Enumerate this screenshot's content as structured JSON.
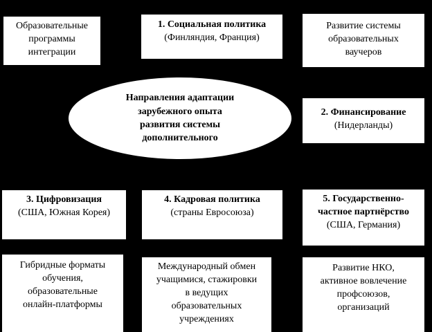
{
  "colors": {
    "background": "#000000",
    "box_fill": "#ffffff",
    "text": "#000000"
  },
  "ellipse": {
    "lines": [
      "Направления адаптации",
      "зарубежного опыта",
      "развития системы",
      "дополнительного"
    ]
  },
  "boxes": {
    "integration": {
      "lines": [
        "Образовательные",
        "программы",
        "интеграции"
      ]
    },
    "social": {
      "title": "1. Социальная политика",
      "subtitle": "(Финляндия, Франция)"
    },
    "vouchers": {
      "lines": [
        "Развитие системы",
        "образовательных",
        "ваучеров"
      ]
    },
    "financing": {
      "title": "2. Финансирование",
      "subtitle": "(Нидерланды)"
    },
    "digitalization": {
      "title": "3. Цифровизация",
      "subtitle": "(США, Южная Корея)"
    },
    "personnel": {
      "title": "4. Кадровая политика",
      "subtitle": "(страны Евросоюза)"
    },
    "ppp": {
      "title_line1": "5. Государственно-",
      "title_line2": "частное партнёрство",
      "subtitle": "(США, Германия)"
    },
    "hybrid": {
      "lines": [
        "Гибридные форматы",
        "обучения,",
        "образовательные",
        "онлайн-платформы"
      ]
    },
    "exchange": {
      "lines": [
        "Международный обмен",
        "учащимися, стажировки",
        "в ведущих",
        "образовательных",
        "учреждениях"
      ]
    },
    "ngo": {
      "lines": [
        "Развитие НКО,",
        "активное вовлечение",
        "профсоюзов,",
        "организаций"
      ]
    }
  }
}
